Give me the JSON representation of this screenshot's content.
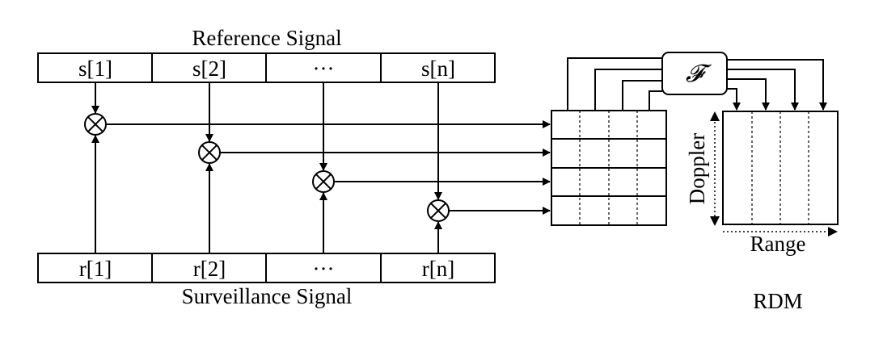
{
  "reference": {
    "label": "Reference Signal",
    "cells": [
      "s[1]",
      "s[2]",
      "···",
      "s[n]"
    ]
  },
  "surveillance": {
    "label": "Surveillance Signal",
    "cells": [
      "r[1]",
      "r[2]",
      "···",
      "r[n]"
    ]
  },
  "fft": {
    "symbol": "𝓕"
  },
  "rdm": {
    "label": "RDM",
    "x_axis": "Range",
    "y_axis": "Doppler"
  }
}
